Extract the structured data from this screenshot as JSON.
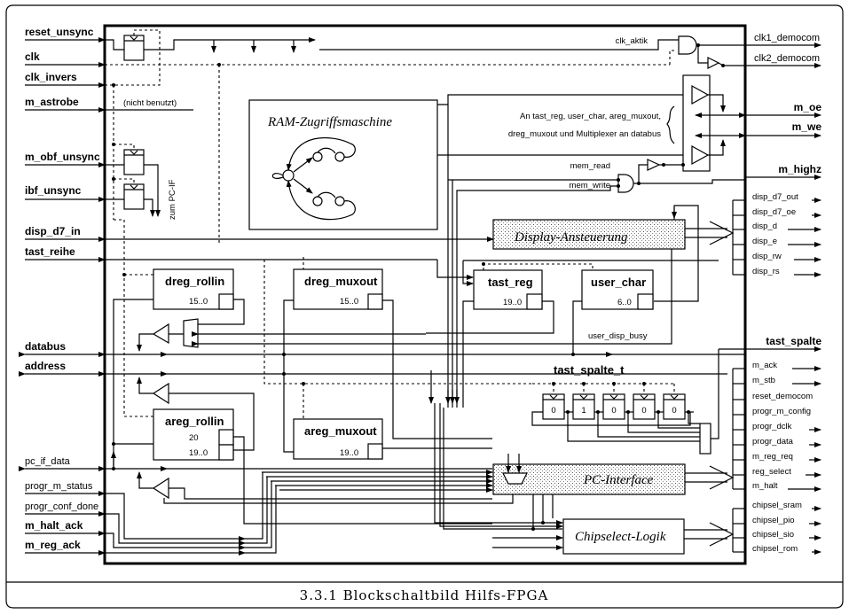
{
  "caption": "3.3.1 Blockschaltbild Hilfs-FPGA",
  "inputs_left": [
    {
      "label": "reset_unsync"
    },
    {
      "label": "clk"
    },
    {
      "label": "clk_invers"
    },
    {
      "label": "m_astrobe"
    },
    {
      "label": "m_obf_unsync"
    },
    {
      "label": "ibf_unsync"
    },
    {
      "label": "disp_d7_in"
    },
    {
      "label": "tast_reihe"
    },
    {
      "label": "databus"
    },
    {
      "label": "address"
    },
    {
      "label": "pc_if_data"
    },
    {
      "label": "progr_m_status"
    },
    {
      "label": "progr_conf_done"
    },
    {
      "label": "m_halt_ack"
    },
    {
      "label": "m_reg_ack"
    }
  ],
  "outputs_right": [
    {
      "label": "clk1_democom"
    },
    {
      "label": "clk2_democom"
    },
    {
      "label": "m_oe"
    },
    {
      "label": "m_we"
    },
    {
      "label": "m_highz"
    },
    {
      "label": "disp_d7_out"
    },
    {
      "label": "disp_d7_oe"
    },
    {
      "label": "disp_d"
    },
    {
      "label": "disp_e"
    },
    {
      "label": "disp_rw"
    },
    {
      "label": "disp_rs"
    },
    {
      "label": "tast_spalte"
    },
    {
      "label": "m_ack"
    },
    {
      "label": "m_stb"
    },
    {
      "label": "reset_democom"
    },
    {
      "label": "progr_m_config"
    },
    {
      "label": "progr_dclk"
    },
    {
      "label": "progr_data"
    },
    {
      "label": "m_reg_req"
    },
    {
      "label": "reg_select"
    },
    {
      "label": "m_halt"
    },
    {
      "label": "chipsel_sram"
    },
    {
      "label": "chipsel_pio"
    },
    {
      "label": "chipsel_sio"
    },
    {
      "label": "chipsel_rom"
    }
  ],
  "blocks": {
    "ram": "RAM-Zugriffsmaschine",
    "display": "Display-Ansteuerung",
    "pc_interface": "PC-Interface",
    "chipselect": "Chipselect-Logik",
    "dreg_rollin": {
      "name": "dreg_rollin",
      "range": "15..0"
    },
    "dreg_muxout": {
      "name": "dreg_muxout",
      "range": "15..0"
    },
    "areg_rollin": {
      "name": "areg_rollin",
      "bit": "20",
      "range": "19..0"
    },
    "areg_muxout": {
      "name": "areg_muxout",
      "range": "19..0"
    },
    "tast_reg": {
      "name": "tast_reg",
      "range": "19..0"
    },
    "user_char": {
      "name": "user_char",
      "range": "6..0"
    }
  },
  "shift_register": {
    "label": "tast_spalte_t",
    "bits": [
      "0",
      "1",
      "0",
      "0",
      "0"
    ]
  },
  "annotations": {
    "not_used": "(nicht benutzt)",
    "to_pc_if": "zum PC-IF",
    "clk_aktiv": "clk_aktik",
    "mem_read": "mem_read",
    "mem_write": "mem_write",
    "user_disp_busy": "user_disp_busy",
    "tristate_note_line1": "An tast_reg, user_char, areg_muxout,",
    "tristate_note_line2": "dreg_muxout und Multiplexer an databus"
  }
}
